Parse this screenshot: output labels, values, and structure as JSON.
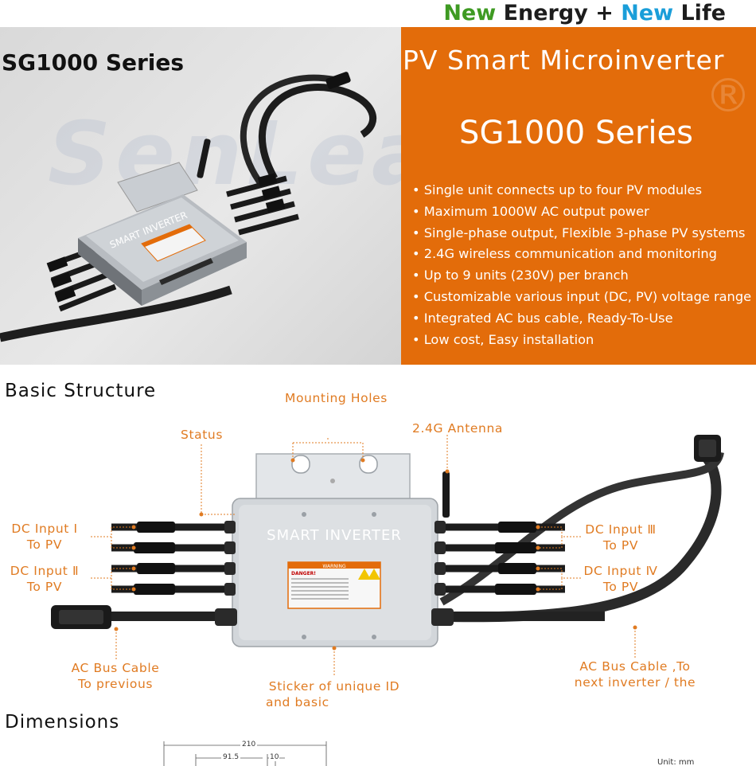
{
  "tagline": {
    "word1": "New",
    "word2": " Energy + ",
    "word3": "New",
    "word4": " Life"
  },
  "hero": {
    "left_title": "SG1000 Series",
    "watermark": "SenLean",
    "product_label": "SMART INVERTER",
    "right_title": "PV Smart Microinverter",
    "registered": "®",
    "series_title": "SG1000 Series",
    "features": [
      "Single unit connects up to four PV modules",
      "Maximum 1000W AC output power",
      "Single-phase output, Flexible 3-phase PV systems",
      "2.4G wireless communication and monitoring",
      "Up to 9 units (230V) per branch",
      "Customizable various input (DC, PV) voltage range",
      "Integrated AC bus cable, Ready-To-Use",
      "Low cost, Easy installation"
    ]
  },
  "structure": {
    "heading": "Basic Structure",
    "product_label": "SMART INVERTER",
    "warning_title": "WARNING",
    "danger_text": "DANGER!",
    "labels": {
      "mounting_holes": "Mounting Holes",
      "antenna": "2.4G Antenna",
      "status": "Status",
      "dc1_line1": "DC Input  Ⅰ",
      "dc1_line2": "To PV",
      "dc2_line1": "DC Input  Ⅱ",
      "dc2_line2": "To PV",
      "dc3_line1": "DC Input  Ⅲ",
      "dc3_line2": "To PV",
      "dc4_line1": "DC Input Ⅳ",
      "dc4_line2": "To PV",
      "ac_prev_line1": "AC Bus Cable",
      "ac_prev_line2": "To previous",
      "sticker_line1": "Sticker of unique ID",
      "sticker_line2": "and basic",
      "ac_next_line1": "AC Bus Cable ,To",
      "ac_next_line2": "next inverter / the"
    }
  },
  "dimensions": {
    "heading": "Dimensions",
    "total": "210",
    "part_a": "91.5",
    "part_b": "10",
    "unit": "Unit: mm"
  },
  "colors": {
    "orange": "#e36c0a",
    "label_orange": "#e07b22",
    "green": "#3e9a22",
    "blue": "#1a9ed9"
  }
}
